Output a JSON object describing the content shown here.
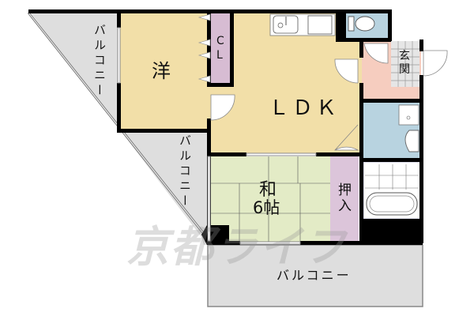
{
  "floor_plan": {
    "type": "apartment floor plan",
    "layout": "1LDK+ (LDK with western room and Japanese room)",
    "rooms": [
      {
        "id": "western-room",
        "label": "洋",
        "meaning": "Western-style room",
        "color": "#f2dfa8"
      },
      {
        "id": "closet",
        "label": "CL",
        "label_lines": [
          "C",
          "L"
        ],
        "meaning": "Closet",
        "color": "#d7bcd3"
      },
      {
        "id": "ldk",
        "label": "ＬＤＫ",
        "meaning": "Living / Dining / Kitchen",
        "color": "#f2dfa8"
      },
      {
        "id": "japanese-room",
        "label_lines": [
          "和",
          "6帖"
        ],
        "label": "和 6帖",
        "meaning": "Japanese-style room, 6 tatami mats",
        "color": "#e3ebc6"
      },
      {
        "id": "oshiire",
        "label_lines": [
          "押",
          "入"
        ],
        "label": "押入",
        "meaning": "Futon closet",
        "color": "#dcc5da"
      },
      {
        "id": "entrance",
        "label_lines": [
          "玄",
          "関"
        ],
        "label": "玄関",
        "meaning": "Entrance",
        "color": "#f6cdbf"
      },
      {
        "id": "toilet",
        "label": "",
        "meaning": "Toilet",
        "color": "#b8d3e0"
      },
      {
        "id": "washroom",
        "label": "",
        "meaning": "Washroom / Laundry",
        "color": "#b8d3e0"
      },
      {
        "id": "bathroom",
        "label": "",
        "meaning": "Bathroom with tub",
        "color": "#ffffff"
      }
    ],
    "balconies": [
      {
        "id": "balcony-west",
        "label": "バルコニー",
        "orientation": "vertical"
      },
      {
        "id": "balcony-middle",
        "label": "バルコニー",
        "orientation": "vertical"
      },
      {
        "id": "balcony-south",
        "label": "バルコニー",
        "orientation": "horizontal"
      }
    ],
    "colors": {
      "wall": "#000000",
      "balcony": "#dedede",
      "door_swing": "#ffffff"
    }
  },
  "watermark": {
    "text": "京都ライフ"
  }
}
